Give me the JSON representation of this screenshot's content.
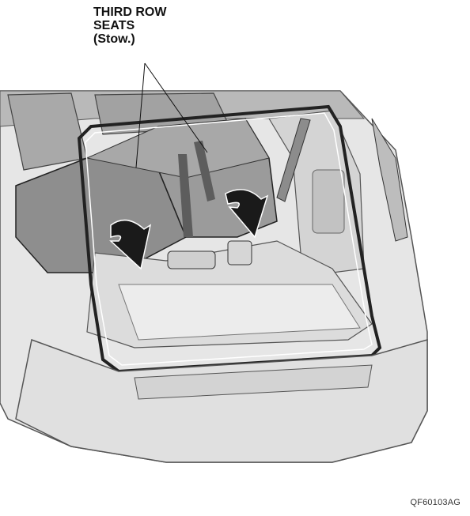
{
  "callout": {
    "line1": "THIRD ROW",
    "line2": "SEATS",
    "line3": "(Stow.)"
  },
  "figure_code": "QF60103AG",
  "colors": {
    "body_light": "#e9e9e9",
    "body_mid": "#cfcfcf",
    "seat": "#9a9a9a",
    "seat_dark": "#6e6e6e",
    "outline": "#222222",
    "arrow": "#1a1a1a"
  }
}
